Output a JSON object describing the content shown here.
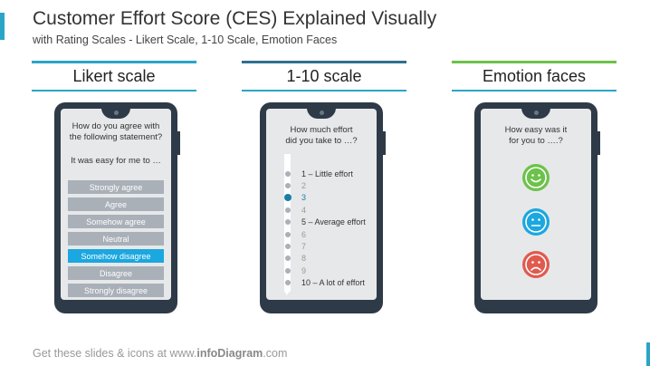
{
  "title": "Customer Effort Score (CES) Explained Visually",
  "subtitle": "with Rating Scales - Likert Scale, 1-10 Scale, Emotion Faces",
  "colors": {
    "teal": "#2aa5c7",
    "green": "#6cc24a",
    "blue": "#1ba7df",
    "red": "#e05a4e",
    "phone": "#2e3a47"
  },
  "likert": {
    "header": "Likert scale",
    "question": "How do you agree with the following statement?",
    "prompt": "It was easy for me to …",
    "options": [
      "Strongly agree",
      "Agree",
      "Somehow agree",
      "Neutral",
      "Somehow disagree",
      "Disagree",
      "Strongly disagree"
    ],
    "selected_option": "Somehow disagree"
  },
  "scale": {
    "header": "1-10 scale",
    "question": "How much effort did you take to …?",
    "items": [
      "1 – Little  effort",
      "2",
      "3",
      "4",
      "5 – Average effort",
      "6",
      "7",
      "8",
      "9",
      "10 – A lot of effort"
    ],
    "selected_value": "3"
  },
  "faces": {
    "header": "Emotion faces",
    "question": "How easy was it for you to ….?",
    "icons": [
      "happy-face-icon",
      "neutral-face-icon",
      "sad-face-icon"
    ]
  },
  "footer": {
    "prefix": "Get these slides & icons at www.",
    "brand": "infoDiagram",
    "suffix": ".com"
  }
}
